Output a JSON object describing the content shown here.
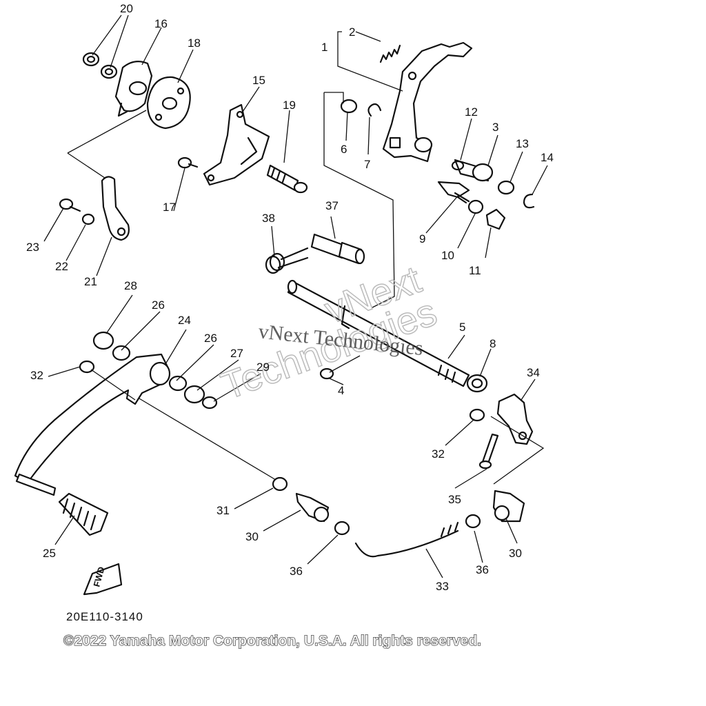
{
  "labels": [
    "1",
    "2",
    "3",
    "4",
    "5",
    "6",
    "7",
    "8",
    "9",
    "10",
    "11",
    "12",
    "13",
    "14",
    "15",
    "16",
    "17",
    "18",
    "19",
    "20",
    "21",
    "22",
    "23",
    "24",
    "25",
    "26",
    "26",
    "27",
    "28",
    "29",
    "30",
    "30",
    "31",
    "32",
    "32",
    "33",
    "34",
    "35",
    "36",
    "36",
    "37",
    "38"
  ],
  "watermark": {
    "line1": "vNext Technologies",
    "line2": "vNext",
    "line3": "Technologies"
  },
  "diagram_code": "20E110-3140",
  "copyright": "©2022 Yamaha Motor Corporation, U.S.A. All rights reserved.",
  "fwd_label": "FWD"
}
